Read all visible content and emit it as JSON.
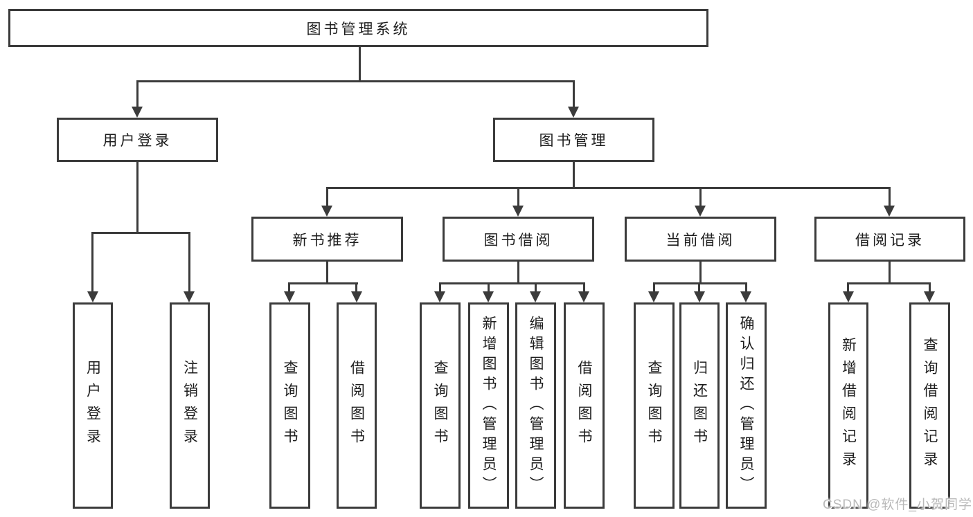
{
  "root": {
    "label": "图书管理系统"
  },
  "level2": {
    "user_login": {
      "label": "用户登录"
    },
    "book_management": {
      "label": "图书管理"
    }
  },
  "level3": {
    "new_book_recommend": {
      "label": "新书推荐"
    },
    "book_borrow": {
      "label": "图书借阅"
    },
    "current_borrow": {
      "label": "当前借阅"
    },
    "borrow_records": {
      "label": "借阅记录"
    }
  },
  "leaves": {
    "user_login": [
      "用户登录",
      "注销登录"
    ],
    "new_book_recommend": [
      "查询图书",
      "借阅图书"
    ],
    "book_borrow": [
      "查询图书",
      "新增图书（管理员）",
      "编辑图书（管理员）",
      "借阅图书"
    ],
    "current_borrow": [
      "查询图书",
      "归还图书",
      "确认归还（管理员）"
    ],
    "borrow_records": [
      "新增借阅记录",
      "查询借阅记录"
    ]
  },
  "watermark": {
    "text": "CSDN @软件_小贺同学"
  },
  "colors": {
    "line": "#3b3b3b",
    "text": "#1d1d1d",
    "watermark": "#b9b9b9",
    "background": "#ffffff"
  }
}
